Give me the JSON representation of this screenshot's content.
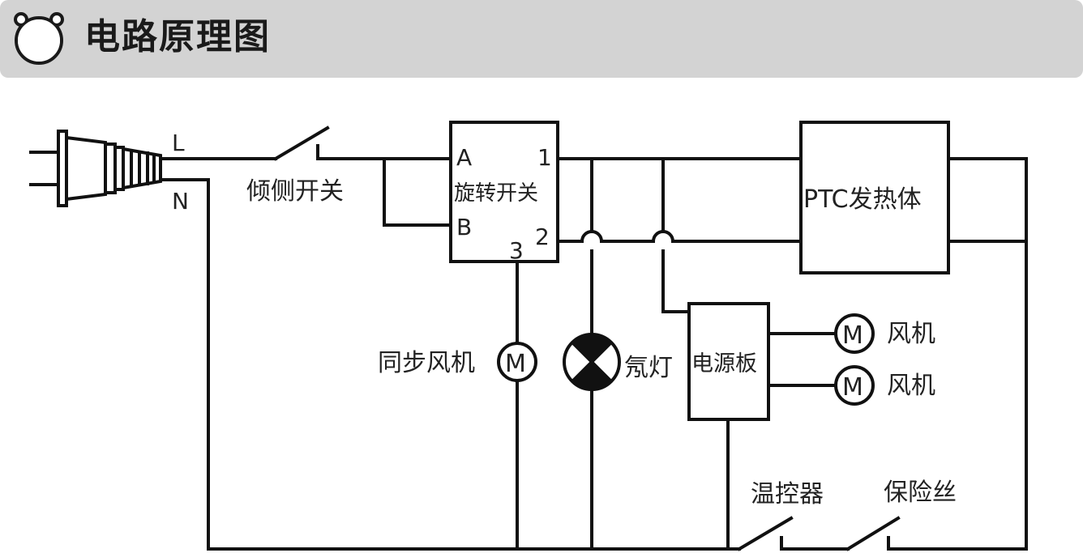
{
  "header": {
    "title": "电路原理图",
    "icon": "bear-head-icon"
  },
  "diagram": {
    "terminals": {
      "live": "L",
      "neutral": "N"
    },
    "tilt_switch": "倾侧开关",
    "rotary_switch": {
      "label": "旋转开关",
      "port_a": "A",
      "port_b": "B",
      "port_1": "1",
      "port_2": "2",
      "port_3": "3"
    },
    "ptc_heater": "PTC发热体",
    "sync_fan": "同步风机",
    "neon_lamp": "氖灯",
    "power_board": "电源板",
    "fan_1": "风机",
    "fan_2": "风机",
    "motor_symbol": "M",
    "thermostat": "温控器",
    "fuse": "保险丝"
  }
}
